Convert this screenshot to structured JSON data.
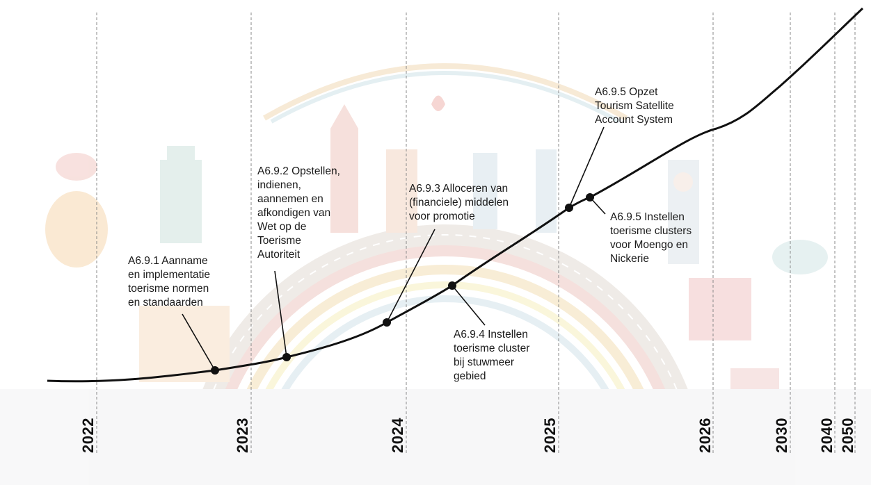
{
  "timeline": {
    "years": [
      "2022",
      "2023",
      "2024",
      "2025",
      "2026",
      "2030",
      "2040",
      "2050"
    ],
    "milestones": [
      {
        "id": "m1",
        "label": "A6.9.1 Aanname\nen implementatie\ntoerisme normen\nen standaarden"
      },
      {
        "id": "m2",
        "label": "A6.9.2 Opstellen,\nindienen,\naannemen en\nafkondigen van\nWet op de\nToerisme\nAutoriteit"
      },
      {
        "id": "m3",
        "label": "A6.9.3 Alloceren van\n(financiele) middelen\nvoor promotie"
      },
      {
        "id": "m4",
        "label": "A6.9.4 Instellen\ntoerisme cluster\nbij stuwmeer\ngebied"
      },
      {
        "id": "m5",
        "label": "A6.9.5 Opzet\nTourism Satellite\nAccount System"
      },
      {
        "id": "m6",
        "label": "A6.9.5 Instellen\ntoerisme clusters\nvoor Moengo en\nNickerie"
      }
    ]
  },
  "colors": {
    "line": "#111111",
    "gridline": "#8a8a8a",
    "arc": [
      "#e9b7b3",
      "#f0d7a6",
      "#f6edb0",
      "#c9dbe3",
      "#d7e6cf"
    ],
    "road": "#d6cfc8",
    "decor": [
      "#f2c9c4",
      "#f3d9b8",
      "#cfe3e6",
      "#e8c7d6",
      "#d9e7d2"
    ]
  }
}
